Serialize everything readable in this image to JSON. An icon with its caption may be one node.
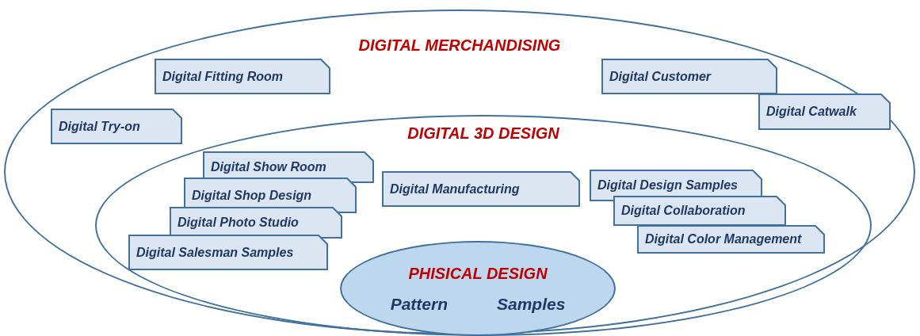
{
  "diagram": {
    "nodes": [
      {
        "text": [
          "DIGITAL MERCHANDISING"
        ]
      },
      {
        "text": [
          "Digital Fitting Room"
        ],
        "in": 0
      },
      {
        "text": [
          "Digital Customer"
        ],
        "in": 0
      },
      {
        "text": [
          "Digital Try-on"
        ],
        "in": 0
      },
      {
        "text": [
          "Digital Catwalk"
        ],
        "in": 0
      },
      {
        "text": [
          "DIGITAL 3D DESIGN"
        ],
        "in": 0
      },
      {
        "text": [
          "Digital Show Room"
        ],
        "in": 5
      },
      {
        "text": [
          "Digital Shop Design"
        ],
        "in": 5
      },
      {
        "text": [
          "Digital Photo Studio"
        ],
        "in": 5
      },
      {
        "text": [
          "Digital Salesman Samples"
        ],
        "in": 5
      },
      {
        "text": [
          "Digital Manufacturing"
        ],
        "in": 5
      },
      {
        "text": [
          "Digital Design Samples"
        ],
        "in": 5
      },
      {
        "text": [
          "Digital Collaboration"
        ],
        "in": 5
      },
      {
        "text": [
          "Digital Color Management"
        ],
        "in": 5
      },
      {
        "text": [
          "PHISICAL DESIGN",
          "Pattern",
          "Samples"
        ],
        "in": 5
      }
    ],
    "edges": []
  }
}
